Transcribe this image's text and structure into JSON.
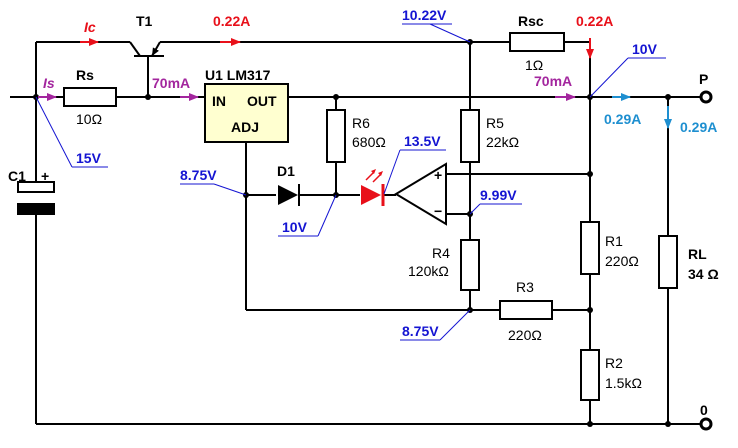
{
  "colors": {
    "wire": "#000000",
    "current_red": "#e8101a",
    "voltage_blue": "#1414d2",
    "current_cyan": "#1e8fd0",
    "current_purple": "#a3269e",
    "regulator_fill": "#ffffd0",
    "led_red": "#e8101a"
  },
  "components": {
    "t1": "T1",
    "rs": "Rs",
    "rs_value": "10Ω",
    "rsc": "Rsc",
    "rsc_value": "1Ω",
    "u1": "U1 LM317",
    "u1_in": "IN",
    "u1_out": "OUT",
    "u1_adj": "ADJ",
    "r6": "R6",
    "r6_value": "680Ω",
    "r5": "R5",
    "r5_value": "22kΩ",
    "r4": "R4",
    "r4_value": "120kΩ",
    "r3": "R3",
    "r3_value": "220Ω",
    "r1": "R1",
    "r1_value": "220Ω",
    "r2": "R2",
    "r2_value": "1.5kΩ",
    "rl": "RL",
    "rl_value": "34 Ω",
    "c1": "C1",
    "c1_plus": "+",
    "d1": "D1",
    "opamp_plus": "+",
    "opamp_minus": "−",
    "terminal_p": "P",
    "terminal_0": "0"
  },
  "currents": {
    "ic": "Ic",
    "ic_value": "0.22A",
    "is": "Is",
    "is_value": "70mA",
    "rsc_current": "0.22A",
    "out_current": "70mA",
    "load_current": "0.29A",
    "rl_current": "0.29A"
  },
  "voltages": {
    "v_in": "15V",
    "v_t1_emitter": "10.22V",
    "v_out": "10V",
    "v_adj": "8.75V",
    "v_d1": "10V",
    "v_opamp_out": "13.5V",
    "v_opamp_minus": "9.99V",
    "v_r3": "8.75V"
  }
}
